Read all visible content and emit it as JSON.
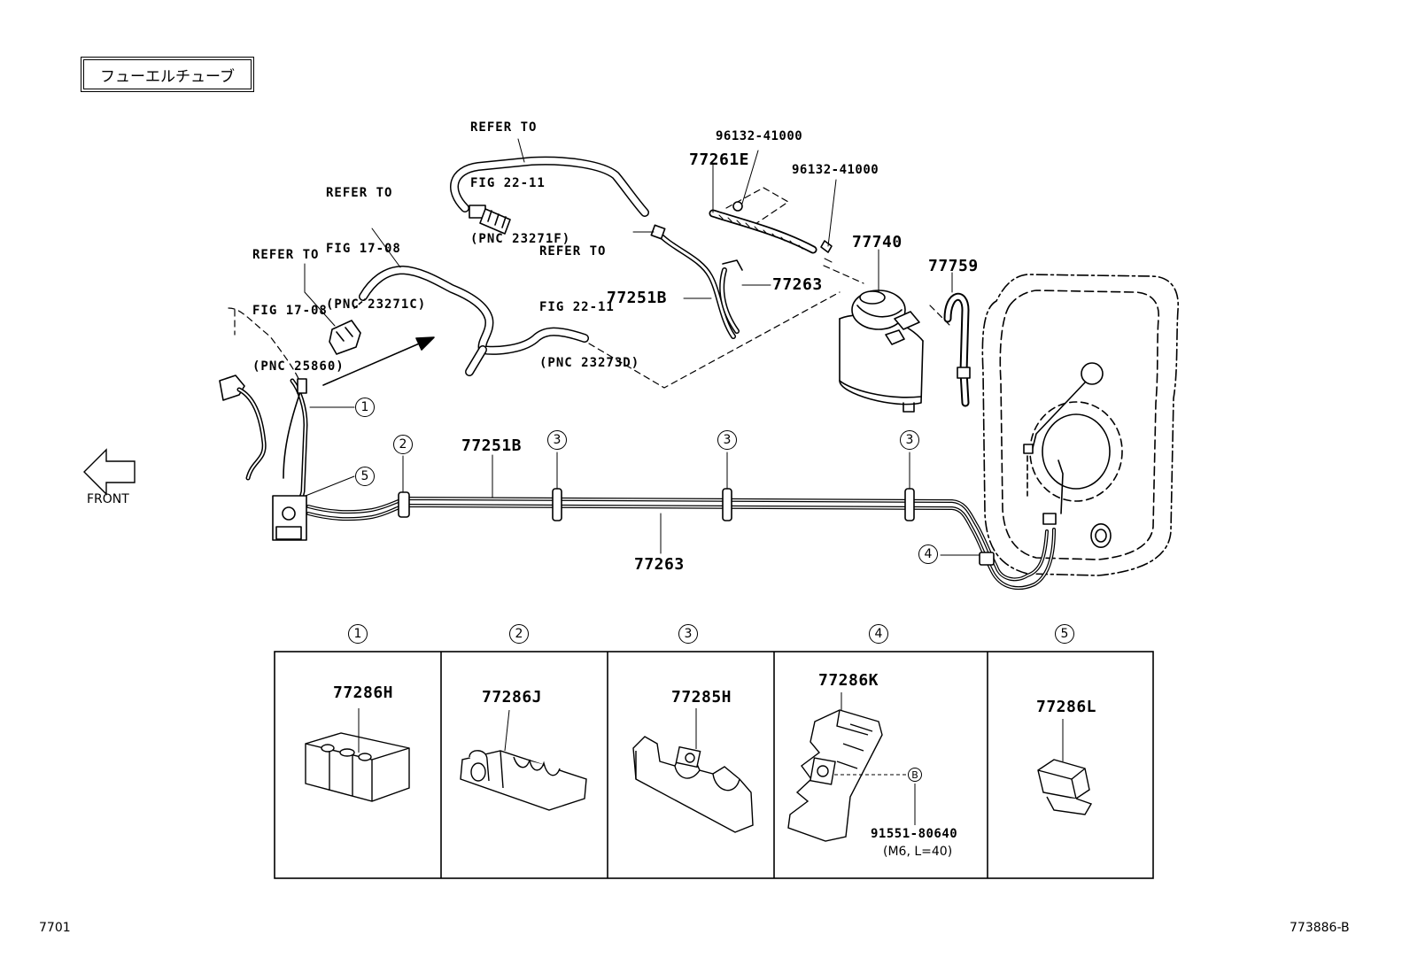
{
  "title": "フューエルチューブ",
  "front_label": "FRONT",
  "refs": [
    {
      "line1": "REFER TO",
      "line2": "FIG 22-11",
      "line3": "(PNC 23271F)"
    },
    {
      "line1": "REFER TO",
      "line2": "FIG 17-08",
      "line3": "(PNC 23271C)"
    },
    {
      "line1": "REFER TO",
      "line2": "FIG 17-08",
      "line3": "(PNC 25860)"
    },
    {
      "line1": "REFER TO",
      "line2": "FIG 22-11",
      "line3": "(PNC 23273D)"
    }
  ],
  "parts": {
    "clip_pn_a": "96132-41000",
    "clip_pn_b": "96132-41000",
    "hose_e": "77261E",
    "canister": "77740",
    "hose_759": "77759",
    "tube_b_upper": "77251B",
    "tube_263_upper": "77263",
    "tube_b_main": "77251B",
    "tube_263_main": "77263"
  },
  "callouts": [
    "1",
    "2",
    "3",
    "4",
    "5"
  ],
  "detail_table": {
    "headers": [
      "1",
      "2",
      "3",
      "4",
      "5"
    ],
    "cells": [
      {
        "part": "77286H"
      },
      {
        "part": "77286J"
      },
      {
        "part": "77285H"
      },
      {
        "part": "77286K",
        "bolt_marker": "B",
        "bolt_pn": "91551-80640",
        "bolt_spec": "(M6, L=40)"
      },
      {
        "part": "77286L"
      }
    ]
  },
  "footer": {
    "left": "7701",
    "right": "773886-B"
  }
}
